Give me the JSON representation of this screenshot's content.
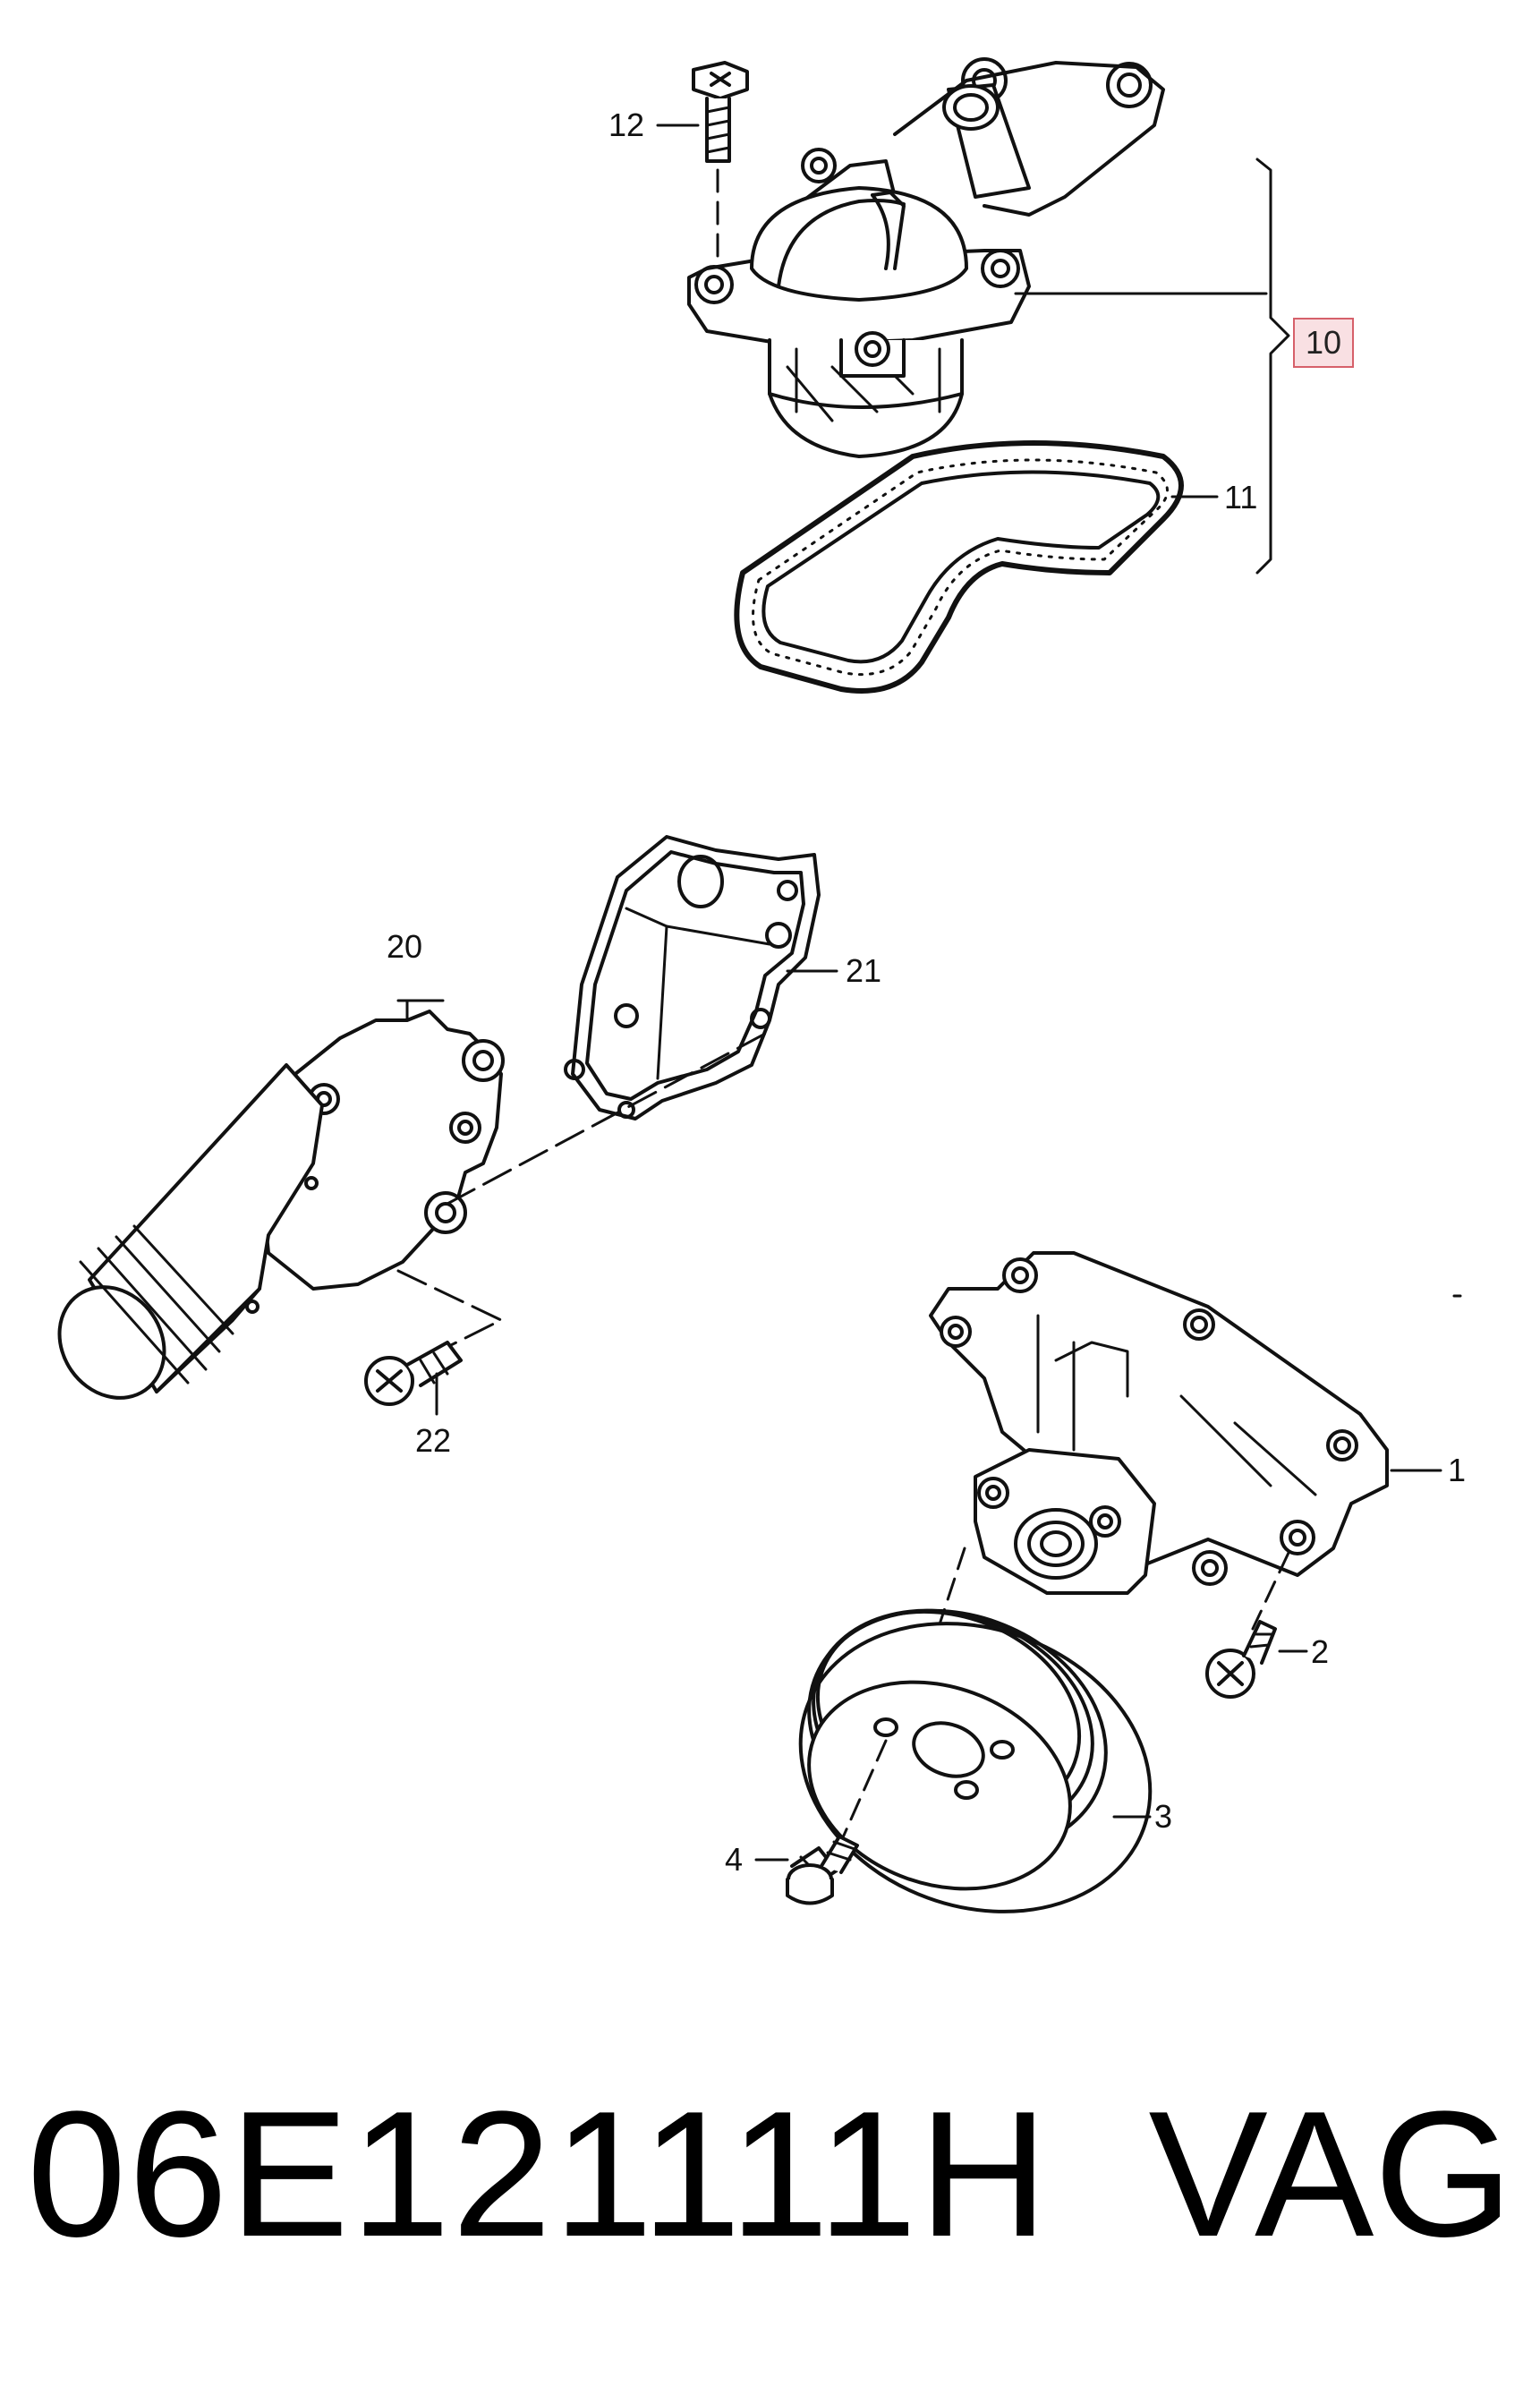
{
  "callouts": {
    "c1": "1",
    "c2": "2",
    "c3": "3",
    "c4": "4",
    "c10": "10",
    "c11": "11",
    "c12": "12",
    "c20": "20",
    "c21": "21",
    "c22": "22"
  },
  "footer": {
    "part_number": "06E121111H",
    "brand": "VAG"
  },
  "colors": {
    "line": "#111111",
    "highlight_border": "#d6606a",
    "highlight_fill": "#f9e0e3"
  }
}
